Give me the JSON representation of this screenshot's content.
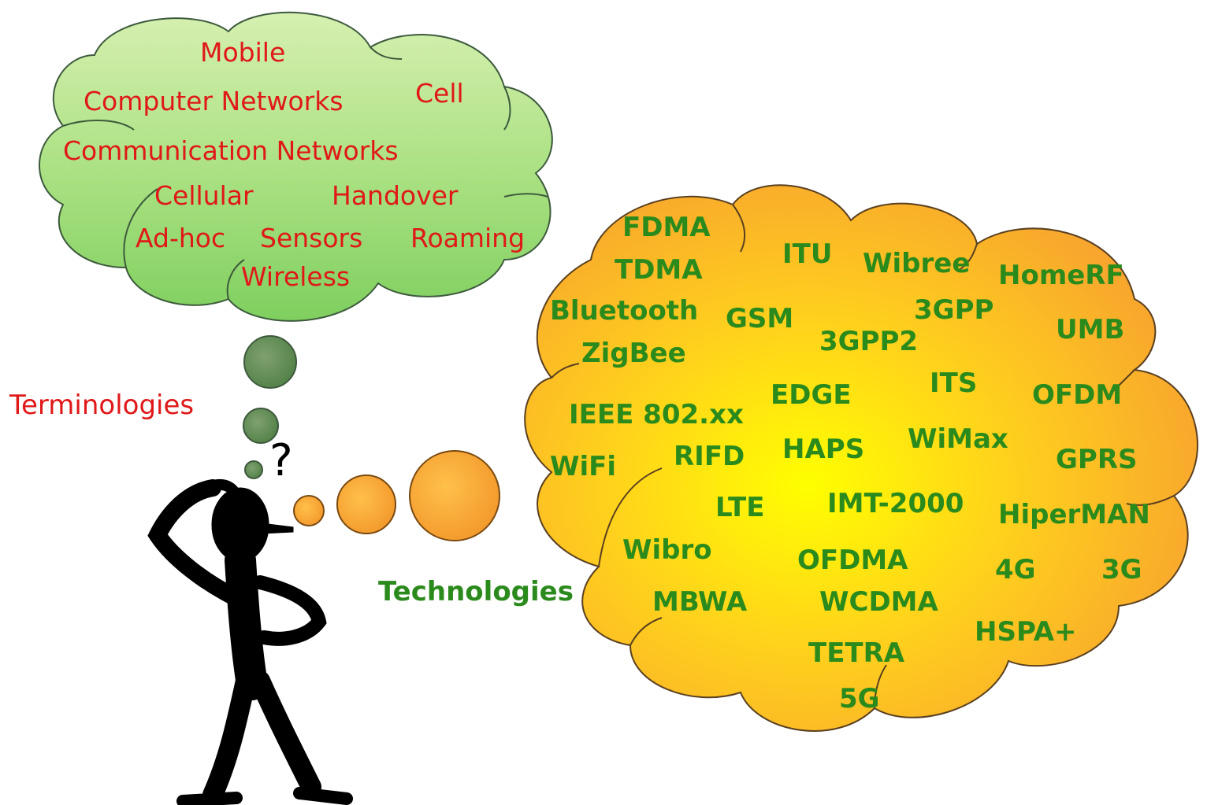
{
  "labels": {
    "terminologies": "Terminologies",
    "technologies": "Technologies"
  },
  "terminology_cloud": {
    "fill_colors": [
      "#d6f0b0",
      "#7fcf5f"
    ],
    "text_color": "#e01818",
    "words": [
      "Mobile",
      "Computer Networks",
      "Cell",
      "Communication Networks",
      "Cellular",
      "Handover",
      "Ad-hoc",
      "Sensors",
      "Roaming",
      "Wireless"
    ]
  },
  "technology_cloud": {
    "fill_colors": [
      "#ffff00",
      "#f7a030"
    ],
    "text_color": "#2b8a1c",
    "words": [
      "FDMA",
      "TDMA",
      "ITU",
      "Wibree",
      "HomeRF",
      "Bluetooth",
      "GSM",
      "3GPP",
      "UMB",
      "ZigBee",
      "3GPP2",
      "ITS",
      "EDGE",
      "OFDM",
      "IEEE 802.xx",
      "WiMax",
      "HAPS",
      "RIFD",
      "WiFi",
      "GPRS",
      "LTE",
      "IMT-2000",
      "HiperMAN",
      "Wibro",
      "OFDMA",
      "4G",
      "3G",
      "MBWA",
      "WCDMA",
      "HSPA+",
      "TETRA",
      "5G"
    ]
  },
  "figure": {
    "icon": "thinking-person-icon",
    "question_mark": "?",
    "thought_bubble_colors": {
      "terminology": "#5a8a4c",
      "technology": "#f7a030"
    },
    "figure_color": "#000000"
  }
}
